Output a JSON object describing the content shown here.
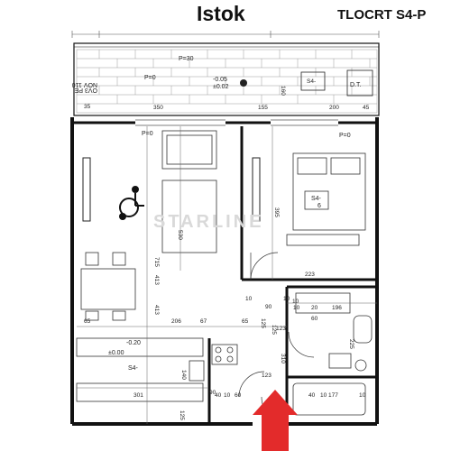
{
  "header": {
    "title": "Istok",
    "code": "TLOCRT S4-P"
  },
  "watermark": "STARLINE",
  "balcony": {
    "labels": [
      "P=30",
      "P=0",
      "±0.02",
      "-0.05",
      "OV3 PE",
      "NOV 110",
      "D.T."
    ],
    "dims": [
      "350",
      "155",
      "160",
      "200",
      "35",
      "45",
      "S4-"
    ]
  },
  "living": {
    "labels": [
      "P=0",
      "S4-",
      "6",
      "-0.20",
      "±0.00",
      "S4-",
      "P=0"
    ],
    "dims": [
      "715",
      "530",
      "413",
      "413",
      "206",
      "65",
      "67",
      "65",
      "10",
      "10",
      "395",
      "223",
      "10",
      "90",
      "125",
      "125",
      "10",
      "20",
      "60",
      "196",
      "123",
      "310",
      "140",
      "90",
      "225",
      "60",
      "123",
      "40",
      "10",
      "177",
      "10",
      "40",
      "10",
      "301",
      "125"
    ]
  },
  "arrow": {
    "color": "#e32b2b"
  },
  "colors": {
    "wall": "#111111",
    "line": "#333333",
    "brick": "#9a9a9a"
  }
}
